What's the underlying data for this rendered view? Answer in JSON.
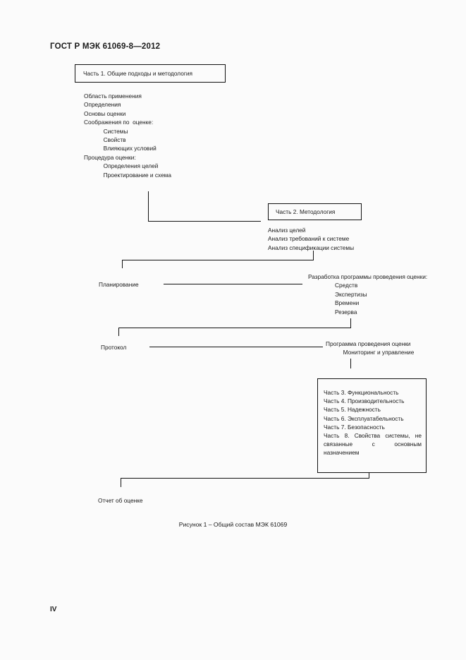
{
  "document": {
    "standard_title": "ГОСТ Р МЭК 61069-8—2012",
    "page_number": "IV",
    "figure_caption": "Рисунок 1 – Общий состав МЭК 61069"
  },
  "diagram": {
    "box_part1": {
      "label": "Часть 1. Общие подходы и методология"
    },
    "part1_contents": "Область применения\nОпределения\nОсновы оценки\nСоображения по  оценке:\n            Системы\n            Свойств\n            Влияющих условий\nПроцедура оценки:\n            Определения целей\n            Проектирование и схема",
    "box_part2": {
      "label": "Часть 2. Методология"
    },
    "part2_contents": "Анализ целей\nАнализ требований к системе\nАнализ спецификации системы",
    "planning_label": "Планирование",
    "program_development": {
      "heading": "Разработка программы проведения оценки:",
      "items": "Средств\nЭкспертизы\nВремени\nРезерва"
    },
    "protocol_label": "Протокол",
    "program_execution": {
      "line1": "Программа проведения оценки",
      "line2": "Мониторинг и управление"
    },
    "box_parts_3_8": {
      "line1": "Часть 3. Функциональность",
      "line2": "Часть 4. Производительность",
      "line3": "Часть 5. Надежность",
      "line4": "Часть 6. Эксплуатабельность",
      "line5": "Часть 7. Безопасность",
      "line6": "Часть 8.  Свойства системы, не связанные с основным назначением"
    },
    "report_label": "Отчет об оценке"
  }
}
